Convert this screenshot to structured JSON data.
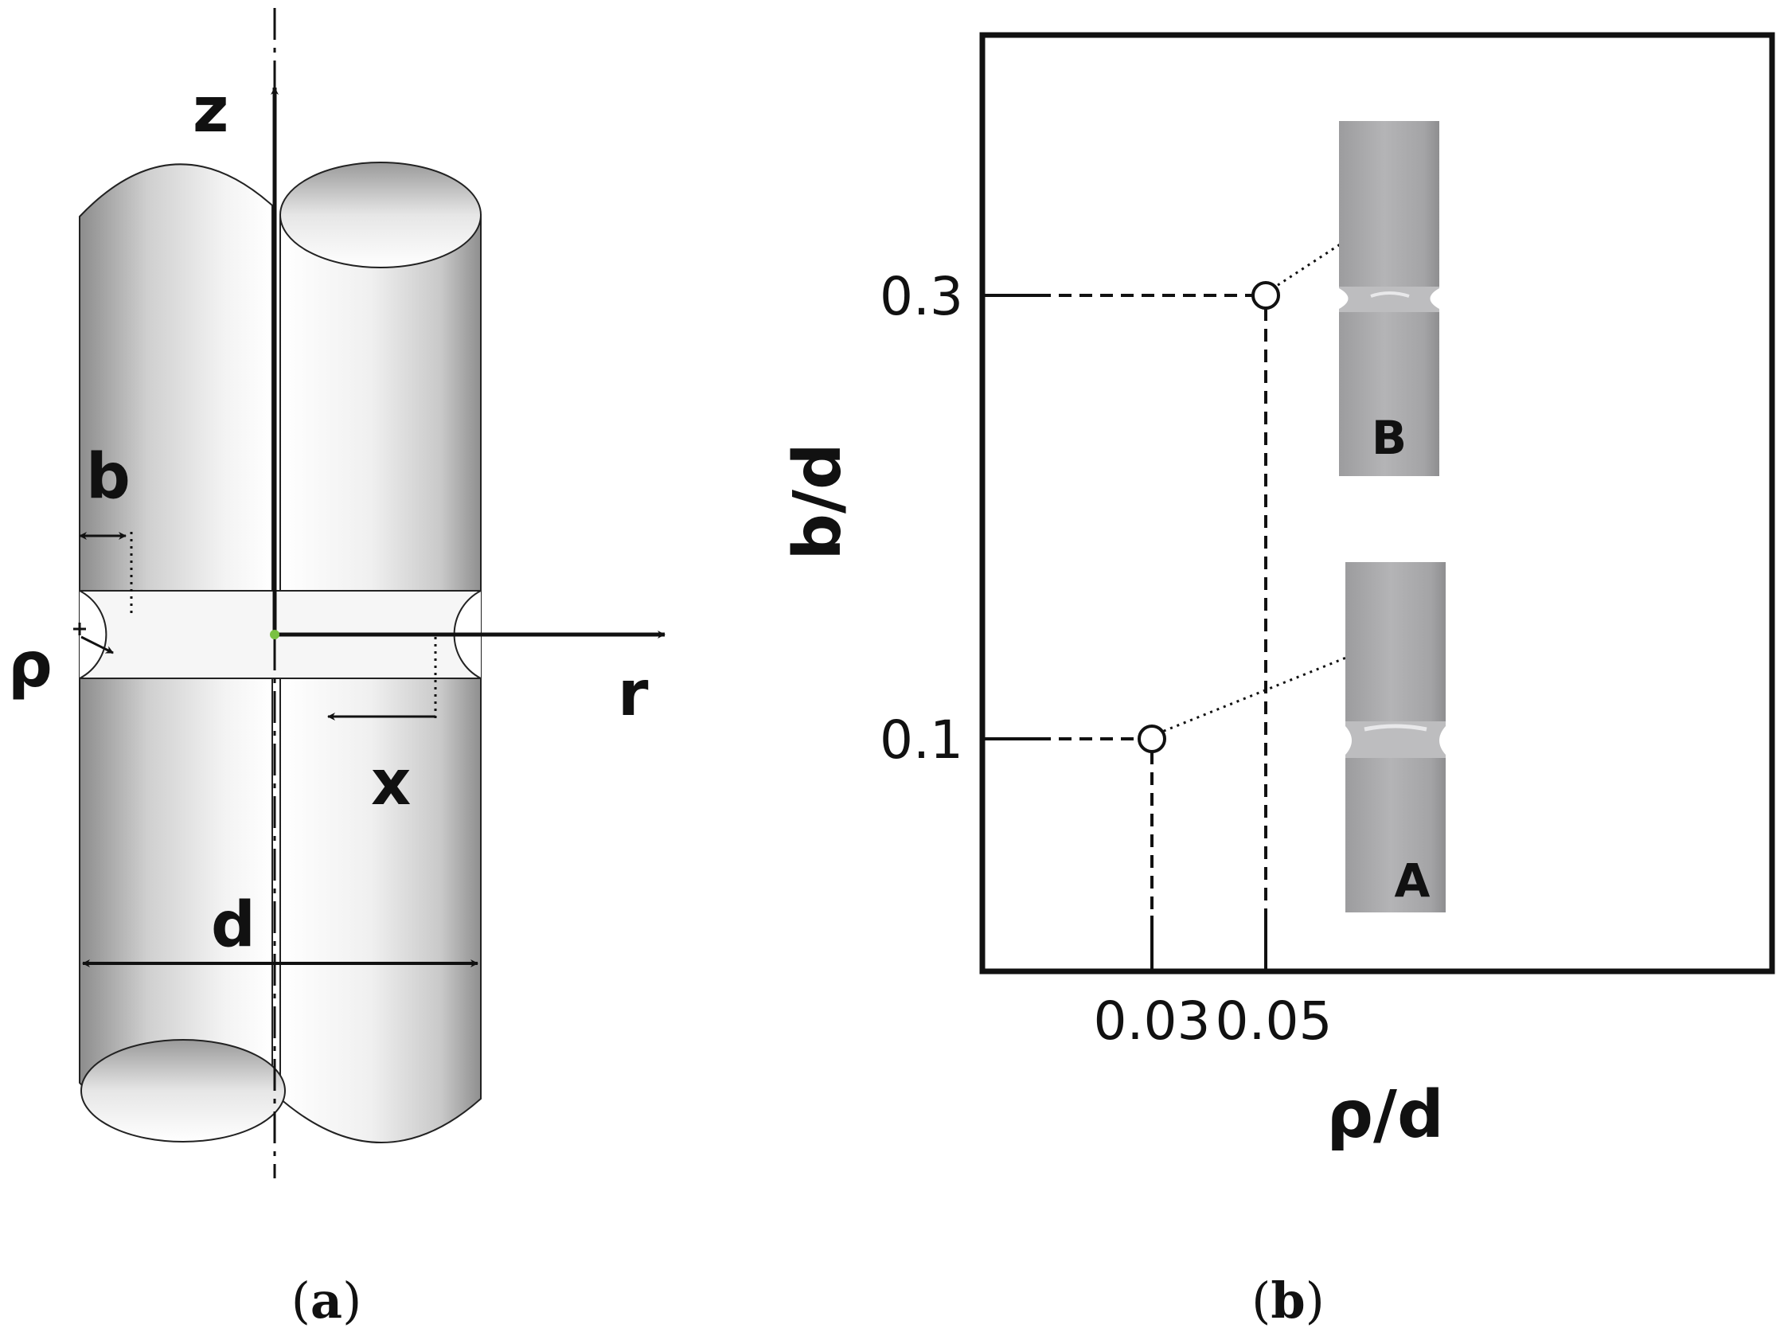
{
  "panel_a": {
    "axis_z": "z",
    "axis_r": "r",
    "dim_b": "b",
    "dim_rho": "ρ",
    "dim_x": "x",
    "dim_d": "d",
    "caption_paren_open": "(",
    "caption_letter": "a",
    "caption_paren_close": ")"
  },
  "panel_b": {
    "ylabel": "b/d",
    "xlabel": "ρ/d",
    "caption_paren_open": "(",
    "caption_letter": "b",
    "caption_paren_close": ")",
    "specimen_a_label": "A",
    "specimen_b_label": "B"
  },
  "chart_data": {
    "type": "scatter",
    "xlabel": "ρ/d",
    "ylabel": "b/d",
    "x_ticks": [
      "0.03",
      "0.05"
    ],
    "y_ticks": [
      "0.1",
      "0.3"
    ],
    "points": [
      {
        "x": 0.03,
        "y": 0.1,
        "specimen": "A"
      },
      {
        "x": 0.05,
        "y": 0.3,
        "specimen": "B"
      }
    ],
    "marker": "open-circle",
    "guide_lines": "dashed"
  },
  "colors": {
    "ink": "#111111",
    "specimen_gray": "#a9a9ab",
    "cylinder_shade": "#8a8a8a"
  }
}
